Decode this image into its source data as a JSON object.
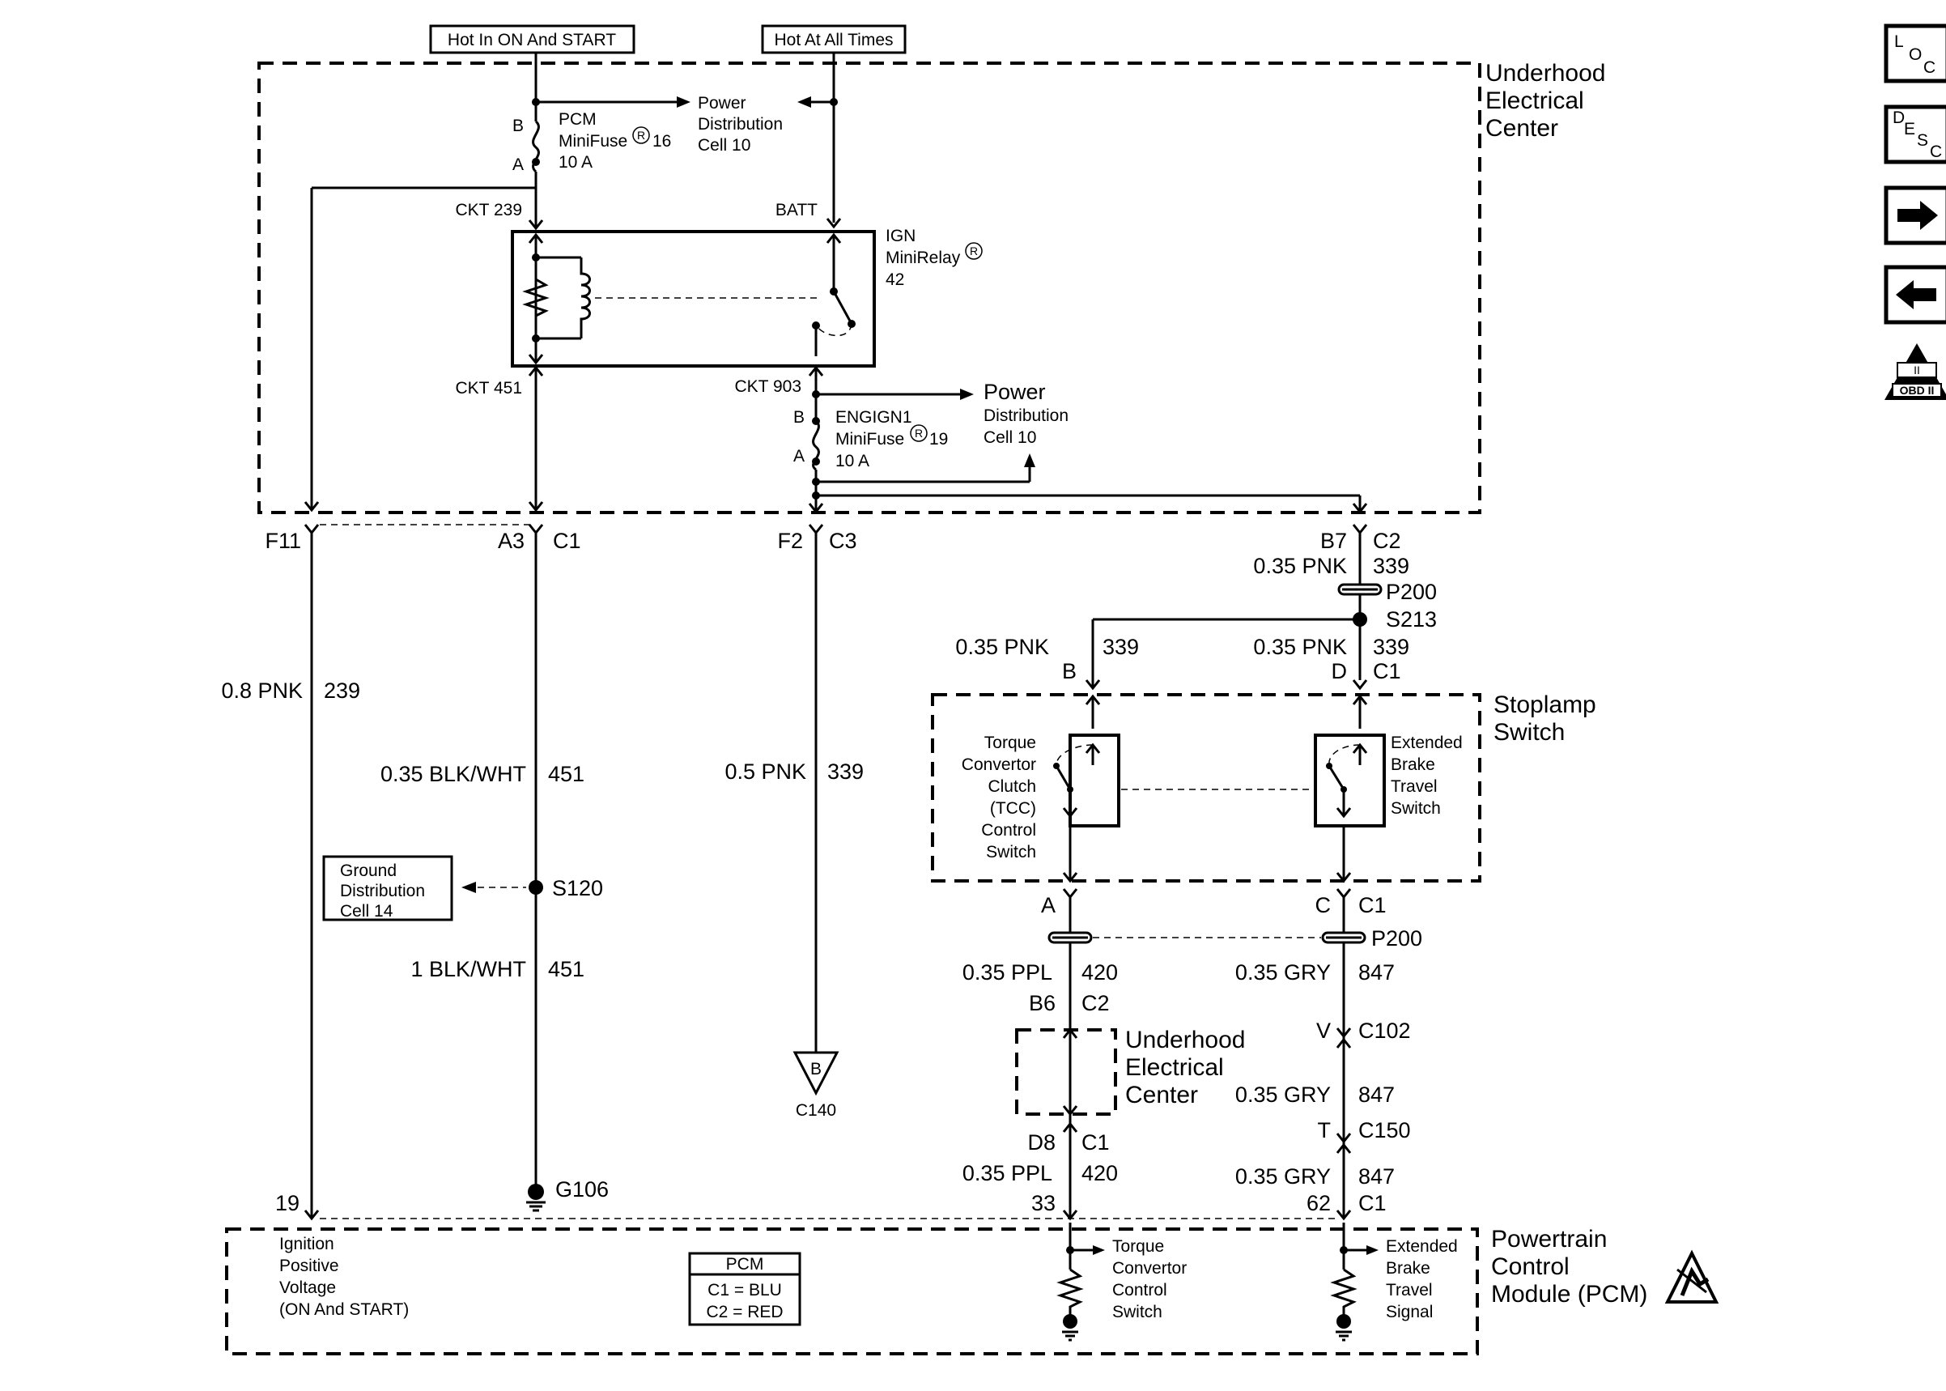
{
  "header_labels": {
    "hot_on_start": "Hot In ON And START",
    "hot_all_times": "Hot At All Times"
  },
  "underhood": {
    "line1": "Underhood",
    "line2": "Electrical",
    "line3": "Center"
  },
  "pcm_fuse": {
    "pin_b": "B",
    "pin_a": "A",
    "line1": "PCM",
    "line2": "MiniFuse",
    "reg": "R",
    "number": "16",
    "rating": "10 A"
  },
  "power_dist_top": {
    "line1": "Power",
    "line2": "Distribution",
    "line3": "Cell 10"
  },
  "ckt239": "CKT 239",
  "batt": "BATT",
  "ign_relay": {
    "line1": "IGN",
    "line2": "MiniRelay",
    "reg": "R",
    "number": "42"
  },
  "ckt451": "CKT 451",
  "ckt903": "CKT 903",
  "power_dist_mid": {
    "line1": "Power",
    "line2": "Distribution",
    "line3": "Cell 10"
  },
  "engign_fuse": {
    "pin_b": "B",
    "pin_a": "A",
    "line1": "ENGIGN1",
    "line2": "MiniFuse",
    "reg": "R",
    "number": "19",
    "rating": "10 A"
  },
  "connectors": {
    "f11": "F11",
    "a3": "A3",
    "c1_a": "C1",
    "f2": "F2",
    "c3": "C3",
    "b7": "B7",
    "c2": "C2"
  },
  "wires": {
    "w239_gauge": "0.8 PNK",
    "w239_num": "239",
    "w451a_gauge": "0.35 BLK/WHT",
    "w451a_num": "451",
    "w339a_gauge": "0.5 PNK",
    "w339a_num": "339",
    "w451b_gauge": "1 BLK/WHT",
    "w451b_num": "451",
    "w339b_gauge": "0.35 PNK",
    "w339b_num": "339",
    "w339c_gauge": "0.35 PNK",
    "w339c_num": "339",
    "w339d_gauge": "0.35 PNK",
    "w339d_num": "339"
  },
  "splices": {
    "p200_top": "P200",
    "s213": "S213",
    "s120": "S120",
    "p200_mid": "P200"
  },
  "switch_pins": {
    "b": "B",
    "d": "D",
    "c1": "C1"
  },
  "stoplamp": {
    "line1": "Stoplamp",
    "line2": "Switch"
  },
  "tcc_switch": {
    "l1": "Torque",
    "l2": "Convertor",
    "l3": "Clutch",
    "l4": "(TCC)",
    "l5": "Control",
    "l6": "Switch"
  },
  "ebt_switch": {
    "l1": "Extended",
    "l2": "Brake",
    "l3": "Travel",
    "l4": "Switch"
  },
  "ground_dist": {
    "l1": "Ground",
    "l2": "Distribution",
    "l3": "Cell 14"
  },
  "lower_pins": {
    "a": "A",
    "c": "C",
    "c1": "C1"
  },
  "lower_wires": {
    "w420a_gauge": "0.35 PPL",
    "w420a_num": "420",
    "w847a_gauge": "0.35 GRY",
    "w847a_num": "847",
    "b6": "B6",
    "c2": "C2",
    "v": "V",
    "c102": "C102",
    "w847b_gauge": "0.35 GRY",
    "w847b_num": "847",
    "t": "T",
    "c150": "C150",
    "d8": "D8",
    "c1": "C1",
    "w420b_gauge": "0.35 PPL",
    "w420b_num": "420",
    "w847c_gauge": "0.35 GRY",
    "w847c_num": "847",
    "p33": "33",
    "p62": "62",
    "c1b": "C1",
    "p19": "19"
  },
  "uec_small": {
    "line1": "Underhood",
    "line2": "Electrical",
    "line3": "Center"
  },
  "ground_b": {
    "letter": "B",
    "conn": "C140"
  },
  "g106": "G106",
  "pcm_box": {
    "ign1": "Ignition",
    "ign2": "Positive",
    "ign3": "Voltage",
    "ign4": "(ON And START)",
    "legend_title": "PCM",
    "legend1": "C1 = BLU",
    "legend2": "C2 = RED",
    "tcc1": "Torque",
    "tcc2": "Convertor",
    "tcc3": "Control",
    "tcc4": "Switch",
    "ebt1": "Extended",
    "ebt2": "Brake",
    "ebt3": "Travel",
    "ebt4": "Signal"
  },
  "pcm_title": {
    "line1": "Powertrain",
    "line2": "Control",
    "line3": "Module (PCM)"
  },
  "nav": {
    "loc_l": "L",
    "loc_o": "O",
    "loc_c": "C",
    "desc_d": "D",
    "desc_e": "E",
    "desc_s": "S",
    "desc_c": "C",
    "obd_top": "II",
    "obd_bottom": "OBD II"
  }
}
